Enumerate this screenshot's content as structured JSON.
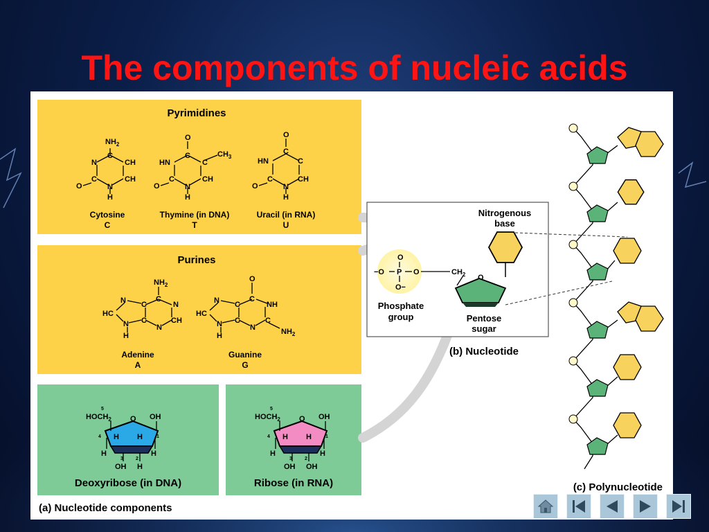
{
  "slide": {
    "title": "The components of nucleic acids"
  },
  "pyrimidines": {
    "heading": "Pyrimidines",
    "items": [
      {
        "name": "Cytosine",
        "letter": "C"
      },
      {
        "name": "Thymine (in DNA)",
        "letter": "T"
      },
      {
        "name": "Uracil (in RNA)",
        "letter": "U"
      }
    ]
  },
  "purines": {
    "heading": "Purines",
    "items": [
      {
        "name": "Adenine",
        "letter": "A"
      },
      {
        "name": "Guanine",
        "letter": "G"
      }
    ]
  },
  "sugars": {
    "deoxyribose": {
      "label": "Deoxyribose (in DNA)"
    },
    "ribose": {
      "label": "Ribose (in RNA)"
    }
  },
  "atoms": {
    "NH2": "NH",
    "two": "2",
    "N": "N",
    "C": "C",
    "CH": "CH",
    "O": "O",
    "H": "H",
    "HN": "HN",
    "NH": "NH",
    "HC": "HC",
    "CH3": "CH",
    "three": "3",
    "HOCH2": "HOCH",
    "OH": "OH",
    "n5": "5",
    "n4": "4",
    "n1": "1",
    "n3": "3",
    "n2": "2"
  },
  "nucleotide": {
    "nitrogenous_base_l1": "Nitrogenous",
    "nitrogenous_base_l2": "base",
    "phosphate_l1": "Phosphate",
    "phosphate_l2": "group",
    "pentose_l1": "Pentose",
    "pentose_l2": "sugar",
    "ch2": "CH",
    "o_minus": "O−",
    "minus_o": "−O",
    "p": "P",
    "o": "O",
    "caption": "(b) Nucleotide"
  },
  "polynucleotide": {
    "caption": "(c) Polynucleotide"
  },
  "components_caption": "(a) Nucleotide components",
  "nav_icons": [
    "home-icon",
    "first-slide-icon",
    "previous-slide-icon",
    "next-slide-icon",
    "last-slide-icon"
  ],
  "colors": {
    "title": "#ff1414",
    "base_box": "#fdd148",
    "sugar_box": "#7ecb97",
    "base_hexagon": "#f7d25c",
    "sugar_pentagon": "#5cb37a",
    "deoxyribose_fill": "#2aa9e6",
    "ribose_fill": "#f28cc2",
    "phosphate_halo": "#fff3a6"
  }
}
